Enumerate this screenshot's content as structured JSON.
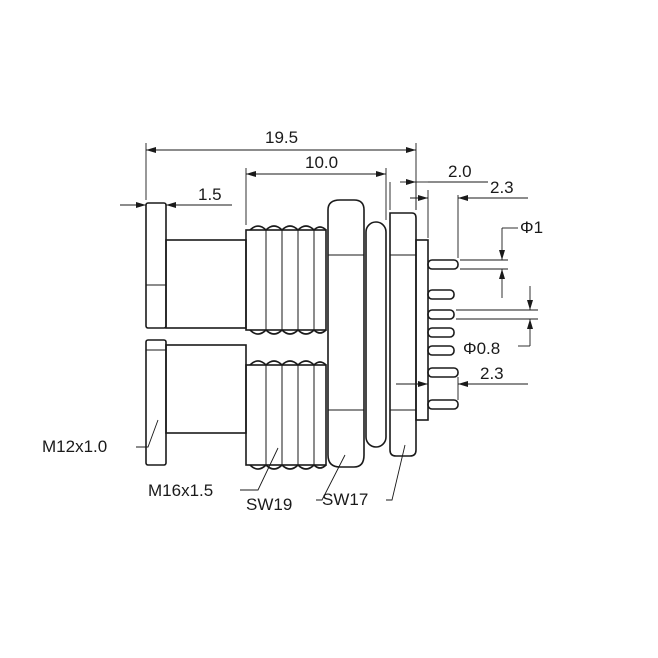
{
  "diagram": {
    "dimensions": {
      "overall_length": "19.5",
      "thread_length": "10.0",
      "flange_thickness": "2.0",
      "pin_offset_top": "2.3",
      "front_step": "1.5",
      "pin_diameter_large": "Φ1",
      "pin_diameter_small": "Φ0.8",
      "pin_offset_bottom": "2.3"
    },
    "callouts": {
      "front_thread": "M12x1.0",
      "body_thread": "M16x1.5",
      "nut_wrench": "SW19",
      "flange_wrench": "SW17"
    }
  }
}
